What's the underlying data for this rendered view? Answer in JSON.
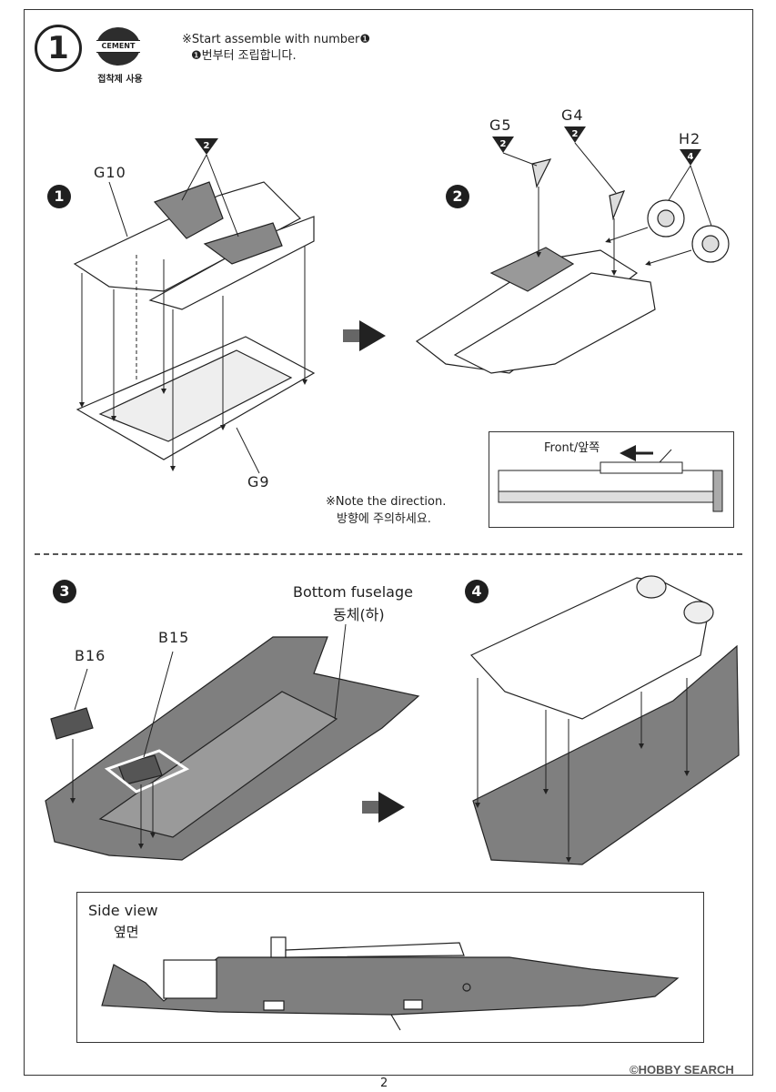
{
  "step": {
    "number": "1",
    "cement_badge": "CEMENT",
    "cement_caption": "접착제 사용",
    "start_note_en": "※Start assemble with number❶",
    "start_note_ko": "❶번부터 조립합니다."
  },
  "substeps": [
    {
      "num": "1"
    },
    {
      "num": "2"
    },
    {
      "num": "3"
    },
    {
      "num": "4"
    }
  ],
  "parts": {
    "g10": "G10",
    "g9": "G9",
    "g5": "G5",
    "g4": "G4",
    "h2": "H2",
    "b16": "B16",
    "b15": "B15",
    "qty_g10": "2",
    "qty_g5": "2",
    "qty_g4": "2",
    "qty_h2": "4"
  },
  "direction": {
    "front_label": "Front/앞쪽",
    "note_en": "※Note the direction.",
    "note_ko": "방향에 주의하세요."
  },
  "bottom_fuselage": {
    "en": "Bottom fuselage",
    "ko": "동체(하)"
  },
  "side_view": {
    "en": "Side view",
    "ko": "옆면"
  },
  "page_number": "2",
  "watermark": "©HOBBY SEARCH",
  "colors": {
    "gray_part": "#7f7f7f",
    "dark_part": "#555555",
    "outline": "#222222"
  }
}
